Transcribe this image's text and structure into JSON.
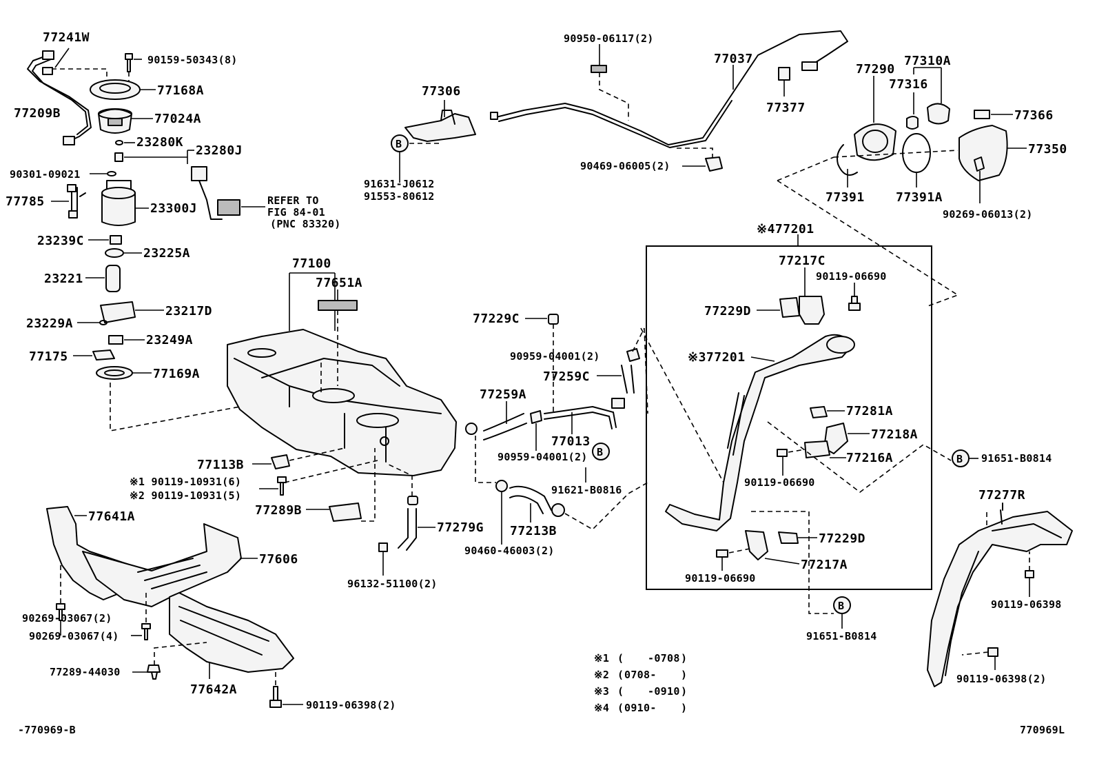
{
  "labels": {
    "p77241W": "77241W",
    "p90159_50343": "90159-50343(8)",
    "p77168A": "77168A",
    "p77209B": "77209B",
    "p77024A": "77024A",
    "p23280K": "23280K",
    "p23280J": "23280J",
    "p90301_09021": "90301-09021",
    "p77785": "77785",
    "p23300J": "23300J",
    "refer_line1": "REFER TO",
    "refer_line2": "FIG 84-01",
    "refer_line3": "(PNC 83320)",
    "p23239C": "23239C",
    "p23225A": "23225A",
    "p23221": "23221",
    "p23217D": "23217D",
    "p23229A": "23229A",
    "p23249A": "23249A",
    "p77175": "77175",
    "p77169A": "77169A",
    "p77100": "77100",
    "p77651A": "77651A",
    "p77113B": "77113B",
    "p90119_10931_6": "※1 90119-10931(6)",
    "p90119_10931_5": "※2 90119-10931(5)",
    "p77289B": "77289B",
    "p77641A": "77641A",
    "p77606": "77606",
    "p90269_03067_2": "90269-03067(2)",
    "p90269_03067_4": "90269-03067(4)",
    "p77289_44030": "77289-44030",
    "p77642A": "77642A",
    "p90119_06398_2a": "90119-06398(2)",
    "p90950_06117": "90950-06117(2)",
    "p77037": "77037",
    "p77306": "77306",
    "p77377": "77377",
    "p91631_J0612": "91631-J0612",
    "p91553_80612": "91553-80612",
    "p90469_06005": "90469-06005(2)",
    "p77229C": "77229C",
    "p90959_04001a": "90959-04001(2)",
    "p77259C": "77259C",
    "p77259A": "77259A",
    "p77013": "77013",
    "p90959_04001b": "90959-04001(2)",
    "p91621_B0816": "91621-B0816",
    "p77279G": "77279G",
    "p77213B": "77213B",
    "p90460_46003": "90460-46003(2)",
    "p96132_51100": "96132-51100(2)",
    "p77290": "77290",
    "p77310A": "77310A",
    "p77316": "77316",
    "p77366": "77366",
    "p77350": "77350",
    "p77391": "77391",
    "p77391A": "77391A",
    "p90269_06013": "90269-06013(2)",
    "p77201_4": "※477201",
    "p77217C": "77217C",
    "p90119_06690a": "90119-06690",
    "p77229D_a": "77229D",
    "p77201_3": "※377201",
    "p77281A": "77281A",
    "p77218A": "77218A",
    "p77216A": "77216A",
    "p90119_06690b": "90119-06690",
    "p91651_B0814a": "91651-B0814",
    "p77229D_b": "77229D",
    "p77217A": "77217A",
    "p90119_06690c": "90119-06690",
    "p91651_B0814b": "91651-B0814",
    "p77277R": "77277R",
    "p90119_06398": "90119-06398",
    "p90119_06398_2b": "90119-06398(2)",
    "circleB": "B"
  },
  "notes": [
    {
      "mark": "※1",
      "open": "(",
      "from": "",
      "to": "-0708",
      "close": ")"
    },
    {
      "mark": "※2",
      "open": "(",
      "from": "0708-",
      "to": "",
      "close": ")"
    },
    {
      "mark": "※3",
      "open": "(",
      "from": "",
      "to": "-0910",
      "close": ")"
    },
    {
      "mark": "※4",
      "open": "(",
      "from": "0910-",
      "to": "",
      "close": ")"
    }
  ],
  "footer": {
    "left": "-770969-B",
    "right": "770969L"
  }
}
